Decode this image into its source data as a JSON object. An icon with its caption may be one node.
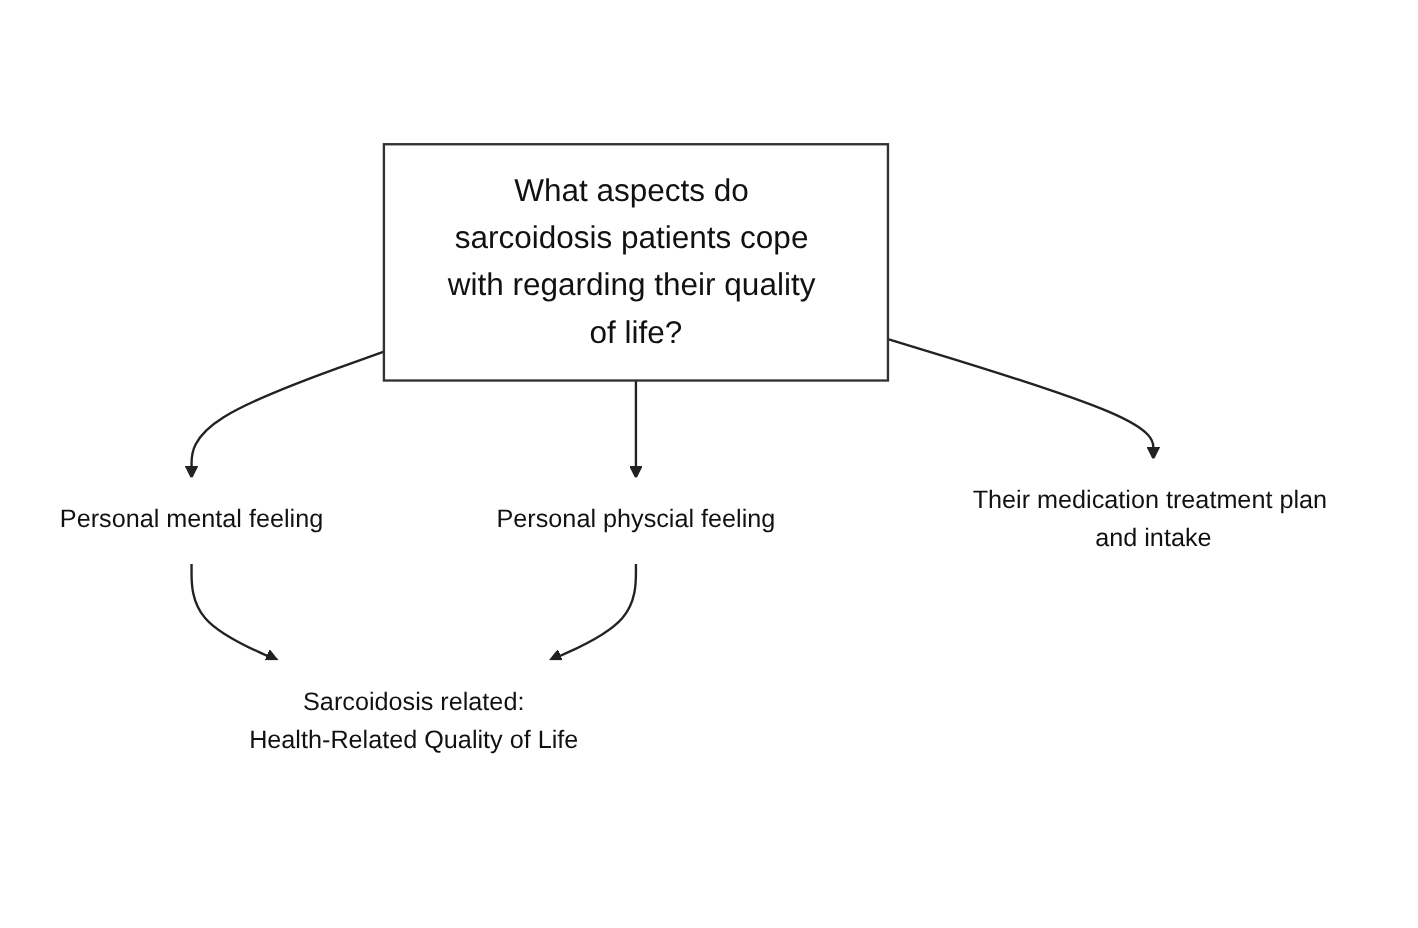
{
  "diagram": {
    "nodes": [
      {
        "text": [
          "Sarcoidosis related:",
          "Health-Related Quality of Life"
        ]
      },
      {
        "text": [
          "Personal mental feeling"
        ]
      },
      {
        "text": [
          "Personal physcial feeling"
        ]
      },
      {
        "text": [
          "What aspects do sarcoidosis patients cope with regarding their quality of life?"
        ]
      },
      {
        "text": [
          "Their medication treatment plan and intake"
        ]
      }
    ],
    "edges": [
      {
        "from": 3,
        "to": 1,
        "arrow": "to"
      },
      {
        "from": 3,
        "to": 2,
        "arrow": "to"
      },
      {
        "from": 1,
        "to": 0,
        "arrow": "to"
      },
      {
        "from": 2,
        "to": 0,
        "arrow": "to"
      },
      {
        "from": 3,
        "to": 4,
        "arrow": "to"
      }
    ]
  }
}
